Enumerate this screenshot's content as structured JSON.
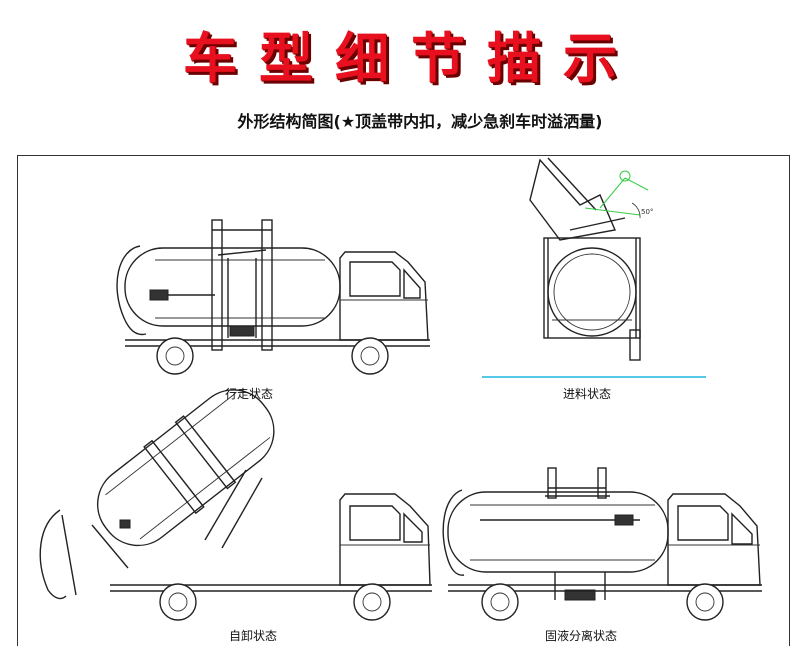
{
  "banner": {
    "title": "车型细节描示",
    "color": "#e8101e"
  },
  "subtitle": "外形结构简图(★顶盖带内扣，减少急刹车时溢洒量)",
  "views": [
    {
      "id": "driving",
      "caption": "行走状态"
    },
    {
      "id": "feeding",
      "caption": "进料状态"
    },
    {
      "id": "dumping",
      "caption": "自卸状态"
    },
    {
      "id": "separation",
      "caption": "固液分离状态"
    }
  ],
  "annotations": {
    "angle": "50°",
    "accent_color": "#33cc44",
    "divider_color": "#55c8e8"
  }
}
